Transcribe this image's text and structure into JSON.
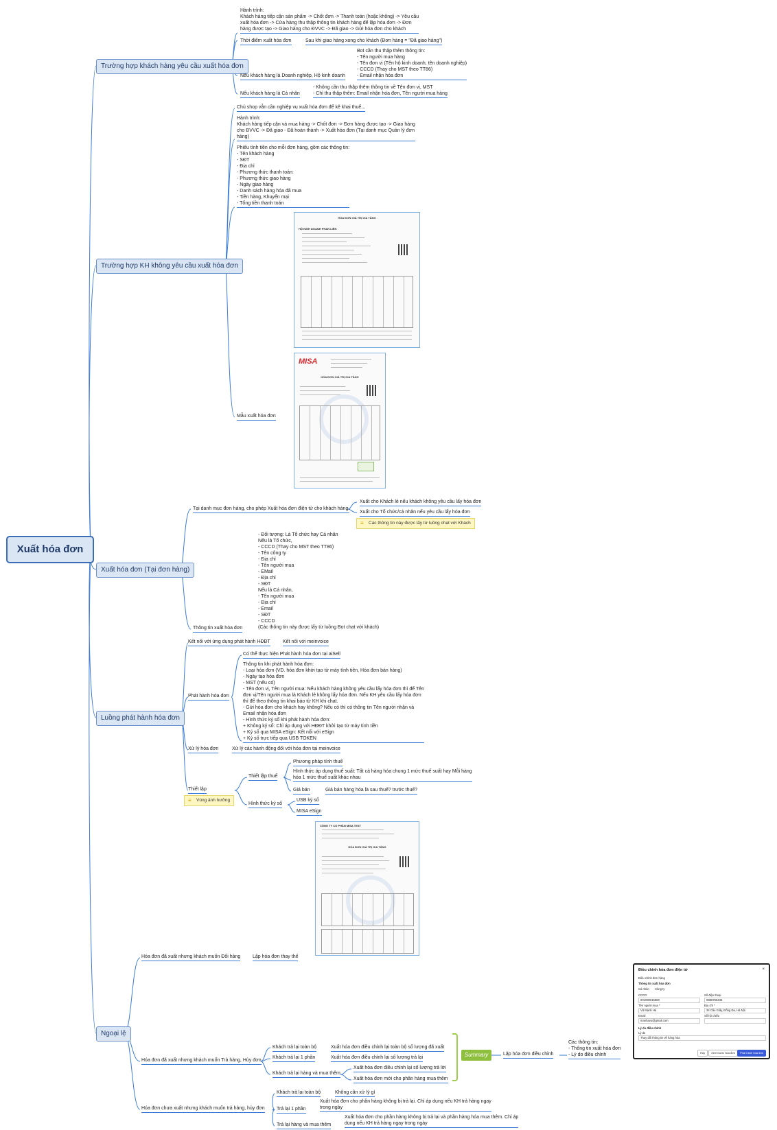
{
  "root": "Xuất hóa đơn",
  "branches": {
    "b1": "Trường hợp khách hàng yêu cầu xuất hóa đơn",
    "b2": "Trường hợp KH không yêu cầu xuất hóa đơn",
    "b3": "Xuất hóa đơn (Tại đơn hàng)",
    "b4": "Luồng phát hành hóa đơn",
    "b5": "Ngoại lệ"
  },
  "b1": {
    "flow": "Hành trình:\nKhách hàng tiếp cận sản phẩm -> Chốt đơn -> Thanh toán (hoặc không) -> Yêu cầu\nxuất hóa đơn -> Cửa hàng thu thập thông tin khách hàng để lập hóa đơn -> Đơn\nhàng được tạo -> Giao hàng cho ĐVVC -> Đã giao -> Gửi hóa đơn cho khách",
    "timing_label": "Thời điểm xuất hóa đơn",
    "timing_value": "Sau khi giao hàng xong cho khách (Đơn hàng = \"Đã giao hàng\")",
    "biz_label": "Nếu khách hàng là Doanh nghiệp, Hộ kinh doanh",
    "biz_value": "Bot cần thu thập thêm thông tin:\n- Tên người mua hàng\n- Tên đơn vị (Tên hộ kinh doanh, tên doanh nghiệp)\n- CCCD (Thay cho MST theo TT86)\n- Email nhận hóa đơn",
    "person_label": "Nếu khách hàng là Cá nhân",
    "person_value": "- Không cần thu thập thêm thông tin về Tên đơn vị, MST\n- Chỉ thu thập thêm: Email nhận hóa đơn, Tên người mua hàng"
  },
  "b2": {
    "note": "Chủ shop vẫn cần nghiệp vụ xuất hóa đơn để kê khai thuế...",
    "flow": "Hành trình:\nKhách hàng tiếp cận và mua hàng -> Chốt đơn -> Đơn hàng được tạo -> Giao hàng\ncho ĐVVC -> Đã giao - Đã hoàn thành -> Xuất hóa đơn (Tại danh mục Quản lý đơn\nhàng)",
    "receipt": "Phiếu tính tiền cho mỗi đơn hàng, gồm các thông tin:\n- Tên khách hàng\n- SĐT\n- Địa chỉ\n- Phương thức thanh toán:\n- Phương thức giao hàng\n- Ngày giao hàng\n- Danh sách hàng hóa đã mua\n- Tiền hàng, Khuyến mại\n- Tổng tiền thanh toán",
    "sample_label": "Mẫu xuất hóa đơn",
    "inv1_header": "HÓA ĐƠN GIÁ TRỊ GIA TĂNG",
    "inv1_seller": "HỘ KINH DOANH PHAN LIÊN",
    "inv2_logo": "MISA",
    "inv2_header": "HÓA ĐƠN GIÁ TRỊ GIA TĂNG"
  },
  "b3": {
    "list_label": "Tại danh mục đơn hàng, cho phép Xuất hóa đơn điện tử cho khách hàng.",
    "opt1": "Xuất cho Khách lẻ nếu khách không yêu cầu lấy hóa đơn",
    "opt2": "Xuất cho Tổ chức/cá nhân nếu yêu cầu lấy hóa đơn",
    "opt_note": "Các thông tin này được lấy từ luồng chat với Khách",
    "info_label": "Thông tin xuất hóa đơn",
    "info_value": "- Đối tượng: Là Tổ chức hay Cá nhân\nNếu là Tổ chức,\n- CCCD (Thay cho MST theo TT86)\n- Tên công ty\n- Địa chỉ\n- Tên người mua\n- EMail\n- Địa chỉ\n- SĐT\nNếu là Cá nhân,\n- Tên người mua\n- Địa chỉ\n- Email\n- SĐT\n- CCCD\n(Các thông tin này được lấy từ luồng Bot chat với khách)"
  },
  "b4": {
    "connect_label": "Kết nối với ứng dụng phát hành HĐĐT",
    "connect_value": "Kết nối với meinvoice",
    "issue_label": "Phát hành hóa đơn",
    "issue_note": "Có thể thực hiện Phát hành hóa đơn tại aiSell",
    "issue_info": "Thông tin khi phát hành hóa đơn:\n- Loại hóa đơn (VD. hóa đơn khởi tạo từ máy tính tiền, Hóa đơn bán hàng)\n- Ngày tạo hóa đơn\n- MST (nếu có)\n- Tên đơn vị, Tên người mua: Nếu khách hàng không yêu cầu lấy hóa đơn thì để Tên\nđơn vị/Tên người mua là Khách lẻ không lấy hóa đơn. Nếu KH yêu cầu lấy hóa đơn\nthì để theo thông tin khai báo từ KH khi chat.\n- Gửi hóa đơn cho khách hay không? Nếu có thì có thông tin Tên người nhận và\nEmail nhận hóa đơn\n- Hình thức ký số khi phát hành hóa đơn:\n+ Không ký số: Chỉ áp dụng với HĐĐT khởi tạo từ máy tính tiền\n+ Ký số qua MISA eSign: Kết nối với eSign\n+ Ký số trực tiếp qua USB TOKEN",
    "process_label": "Xử lý hóa đơn",
    "process_value": "Xử lý các hành động đối với hóa đơn tại meinvoice",
    "setup_label": "Thiết lập",
    "setup_note": "Vùng ảnh hưởng",
    "tax_label": "Thiết lập thuế",
    "tax_method": "Phương pháp tính thuế",
    "tax_form": "Hình thức áp dụng thuế suất: Tất cả hàng hóa chung 1 mức thuế suất hay Mỗi hàng\nhóa 1 mức thuế suất khác nhau",
    "price_label": "Giá bán",
    "price_value": "Giá bán hàng hóa là sau thuế? trước thuế?",
    "sign_label": "Hình thức ký số",
    "sign_usb": "USB ký số",
    "sign_misa": "MISA eSign"
  },
  "b5": {
    "replace_case": "Hóa đơn đã xuất nhưng khách muốn Đổi hàng",
    "replace_action": "Lập hóa đơn thay thế",
    "inv3_header": "HÓA ĐƠN GIÁ TRỊ GIA TĂNG",
    "inv3_seller": "CÔNG TY CỔ PHẦN MISA TEST",
    "return_case": "Hóa đơn đã xuất nhưng khách muốn Trả hàng, Hủy đơn",
    "ret_all": "Khách trả lại toàn bộ",
    "ret_all_v": "Xuất hóa đơn điều chỉnh lại toàn bộ số lượng đã xuất",
    "ret_part": "Khách trả lại 1 phần",
    "ret_part_v": "Xuất hóa đơn điều chỉnh lại số lượng trả lại",
    "ret_buy": "Khách trả lại hàng và mua thêm",
    "ret_buy_v1": "Xuất hóa đơn điều chỉnh lại số lượng trả lời",
    "ret_buy_v2": "Xuất hóa đơn mới cho phần hàng mua thêm",
    "summary": "Summary",
    "adjust_action": "Lập hóa đơn điều chỉnh",
    "adjust_info": "Các thông tin:\n- Thông tin xuất hóa đơn\n- Lý do điều chỉnh",
    "unissued_case": "Hóa đơn chưa xuất nhưng khách muốn trả hàng, hủy đơn",
    "un_all": "Khách trả lại toàn bộ",
    "un_all_v": "Không cần xử lý gì",
    "un_part": "Trả lại 1 phần",
    "un_part_v": "Xuất hóa đơn cho phần hàng không bị trả lại. Chỉ áp dụng nếu KH trả hàng ngay\ntrong ngày",
    "un_buy": "Trả lại hàng và mua thêm",
    "un_buy_v": "Xuất hóa đơn cho phần hàng không bị trả lại và phần hàng hóa mua thêm. Chỉ áp\ndụng nếu KH trả hàng ngay trong ngày"
  },
  "dialog": {
    "title": "Điều chỉnh hóa đơn điện tử",
    "close": "×",
    "order": "Điều chỉnh đơn hàng",
    "section": "Thông tin xuất hóa đơn",
    "radio1": "Cá nhân",
    "radio2": "Công ty",
    "cccd_label": "CCCD",
    "cccd_value": "001090015880",
    "phone_label": "Số điện thoại",
    "phone_value": "0988765436",
    "buyer_label": "Tên người mua *",
    "buyer_value": "Vũ Mạnh Hà",
    "addr_label": "Địa chỉ *",
    "addr_value": "34 Cầu Giấy, Đống Đa, Hà Nội",
    "email_label": "Email",
    "email_value": "manhavu@gmail.com",
    "contract_label": "Số hộ chiếu",
    "reason_section": "Lý do điều chỉnh",
    "reason_label": "Lý do",
    "reason_value": "Thay đổi thông tin về hàng hóa",
    "btn_cancel": "Hủy",
    "btn_preview": "Xem trước hóa đơn",
    "btn_issue": "Phát hành hóa đơn"
  }
}
